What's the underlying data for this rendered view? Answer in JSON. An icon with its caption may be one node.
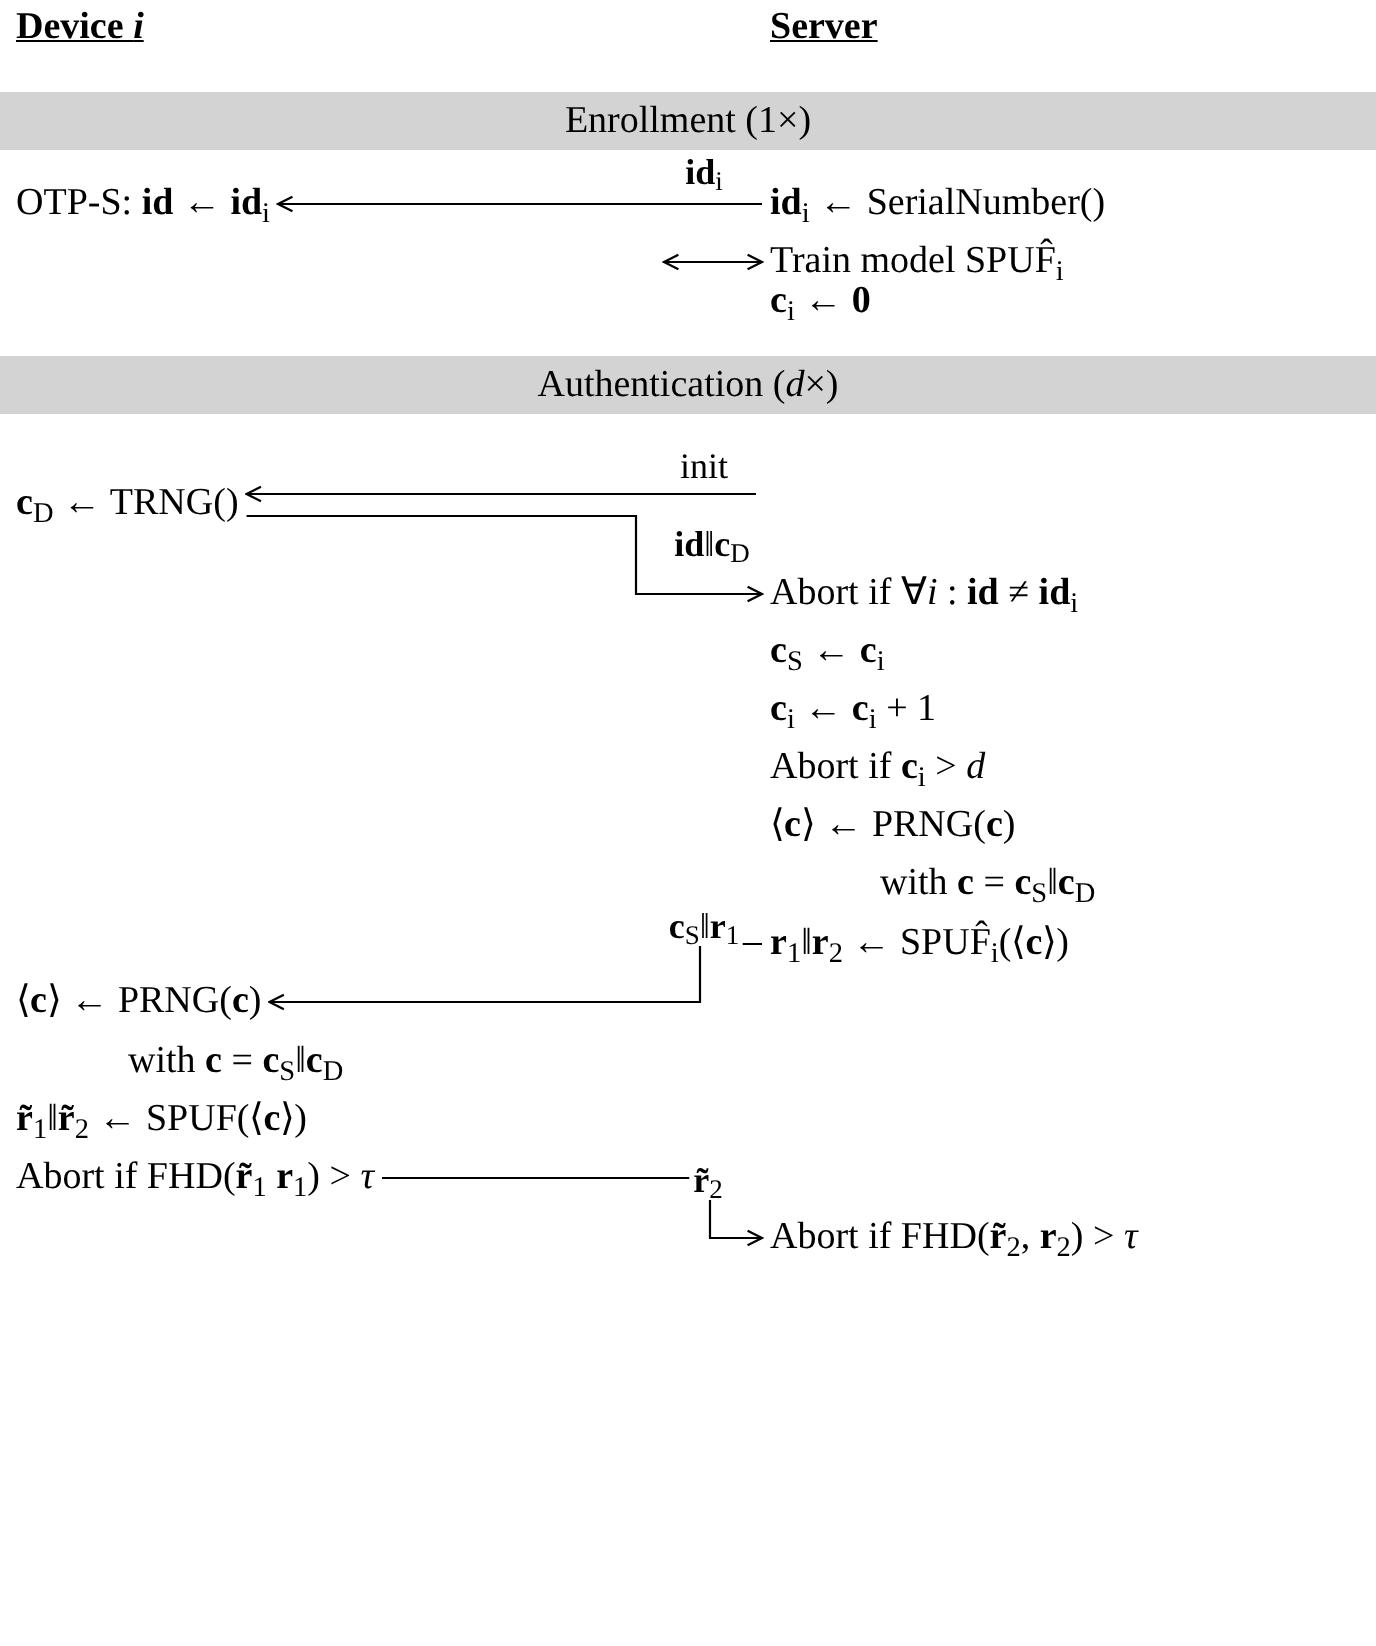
{
  "diagram": {
    "nodes": [
      {
        "text": [
          "Enrollment (1×)"
        ]
      },
      {
        "text": [
          "OTP-S: **id** ← **id**$_{i}$"
        ]
      },
      {
        "text": [
          "**id**$_{i}$ ← SerialNumber()"
        ]
      },
      {
        "text": [
          "Train model SPUF̂$_{i}$"
        ]
      },
      {
        "text": [
          "Authentication (*d*×)"
        ]
      },
      {
        "text": [
          "**c**$_{D}$ ← TRNG()"
        ]
      },
      {
        "text": [
          "Abort if ∀*i* : **id** ≠ **id**$_{i}$"
        ]
      },
      {
        "text": [
          "**r**$_{1}$‖**r**$_{2}$ ← SPUF̂$_{i}$(⟨**c**⟩)"
        ]
      },
      {
        "text": [
          "⟨**c**⟩ ← PRNG(**c**)"
        ]
      },
      {
        "text": [
          "Abort if FHD(**r̃**$_{1}$ **r**$_{1}$) > *τ*"
        ]
      },
      {
        "text": [
          "Abort if FHD(**r̃**$_{2}$, **r**$_{2}$) > *τ*"
        ]
      }
    ],
    "edges": [
      {
        "from": 2,
        "to": 1,
        "arrow": "to",
        "label": "**id**$_{i}$"
      },
      {
        "from": null,
        "to": 3,
        "arrow": "both"
      },
      {
        "from": null,
        "to": 5,
        "arrow": "to",
        "label": "init"
      },
      {
        "from": 5,
        "to": 6,
        "arrow": "to",
        "label": "**id**‖**c**$_{D}$"
      },
      {
        "from": 7,
        "to": 8,
        "arrow": "to",
        "label": "**c**$_{S}$‖**r**$_{1}$"
      },
      {
        "from": 9,
        "to": 10,
        "arrow": "to",
        "label": "**r̃**$_{2}$"
      }
    ],
    "labels": [
      "Device *i*",
      "Server",
      "**c**$_{i}$ ← **0**",
      "**c**$_{S}$ ← **c**$_{i}$",
      "**c**$_{i}$ ← **c**$_{i}$ + 1",
      "Abort if **c**$_{i}$ > *d*",
      "⟨**c**⟩ ← PRNG(**c**)",
      "with **c** = **c**$_{S}$‖**c**$_{D}$",
      "with **c** = **c**$_{S}$‖**c**$_{D}$",
      "**r̃**$_{1}$‖**r̃**$_{2}$ ← SPUF(⟨**c**⟩)"
    ]
  }
}
